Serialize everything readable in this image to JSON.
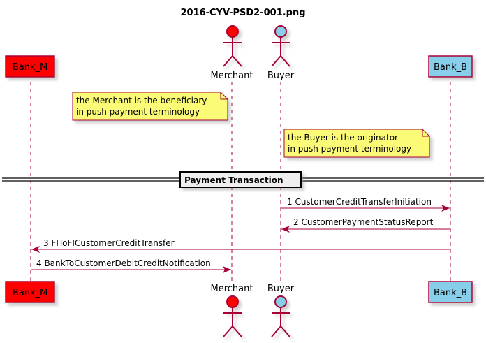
{
  "title": "2016-CYV-PSD2-001.png",
  "colors": {
    "line": "#A80036",
    "bank_m_fill": "#FF0000",
    "bank_b_fill": "#87CEEB",
    "merchant_head": "#FF0000",
    "buyer_head": "#87CEEB",
    "note_fill": "#FBFB77",
    "divider_fill": "#EEEEEE"
  },
  "participants": [
    {
      "id": "bank_m",
      "label": "Bank_M",
      "kind": "participant"
    },
    {
      "id": "merchant",
      "label": "Merchant",
      "kind": "actor"
    },
    {
      "id": "buyer",
      "label": "Buyer",
      "kind": "actor"
    },
    {
      "id": "bank_b",
      "label": "Bank_B",
      "kind": "participant"
    }
  ],
  "notes": [
    {
      "lines": [
        "the Merchant is the beneficiary",
        "in push payment terminology"
      ],
      "attached_to": "merchant",
      "side": "left"
    },
    {
      "lines": [
        "the Buyer is the originator",
        "in push payment terminology"
      ],
      "attached_to": "buyer",
      "side": "right"
    }
  ],
  "divider": {
    "label": "Payment Transaction"
  },
  "messages": [
    {
      "label": "1 CustomerCreditTransferInitiation",
      "from": "buyer",
      "to": "bank_b"
    },
    {
      "label": "2 CustomerPaymentStatusReport",
      "from": "bank_b",
      "to": "buyer"
    },
    {
      "label": "3 FIToFICustomerCreditTransfer",
      "from": "bank_b",
      "to": "bank_m"
    },
    {
      "label": "4 BankToCustomerDebitCreditNotification",
      "from": "bank_m",
      "to": "merchant"
    }
  ]
}
